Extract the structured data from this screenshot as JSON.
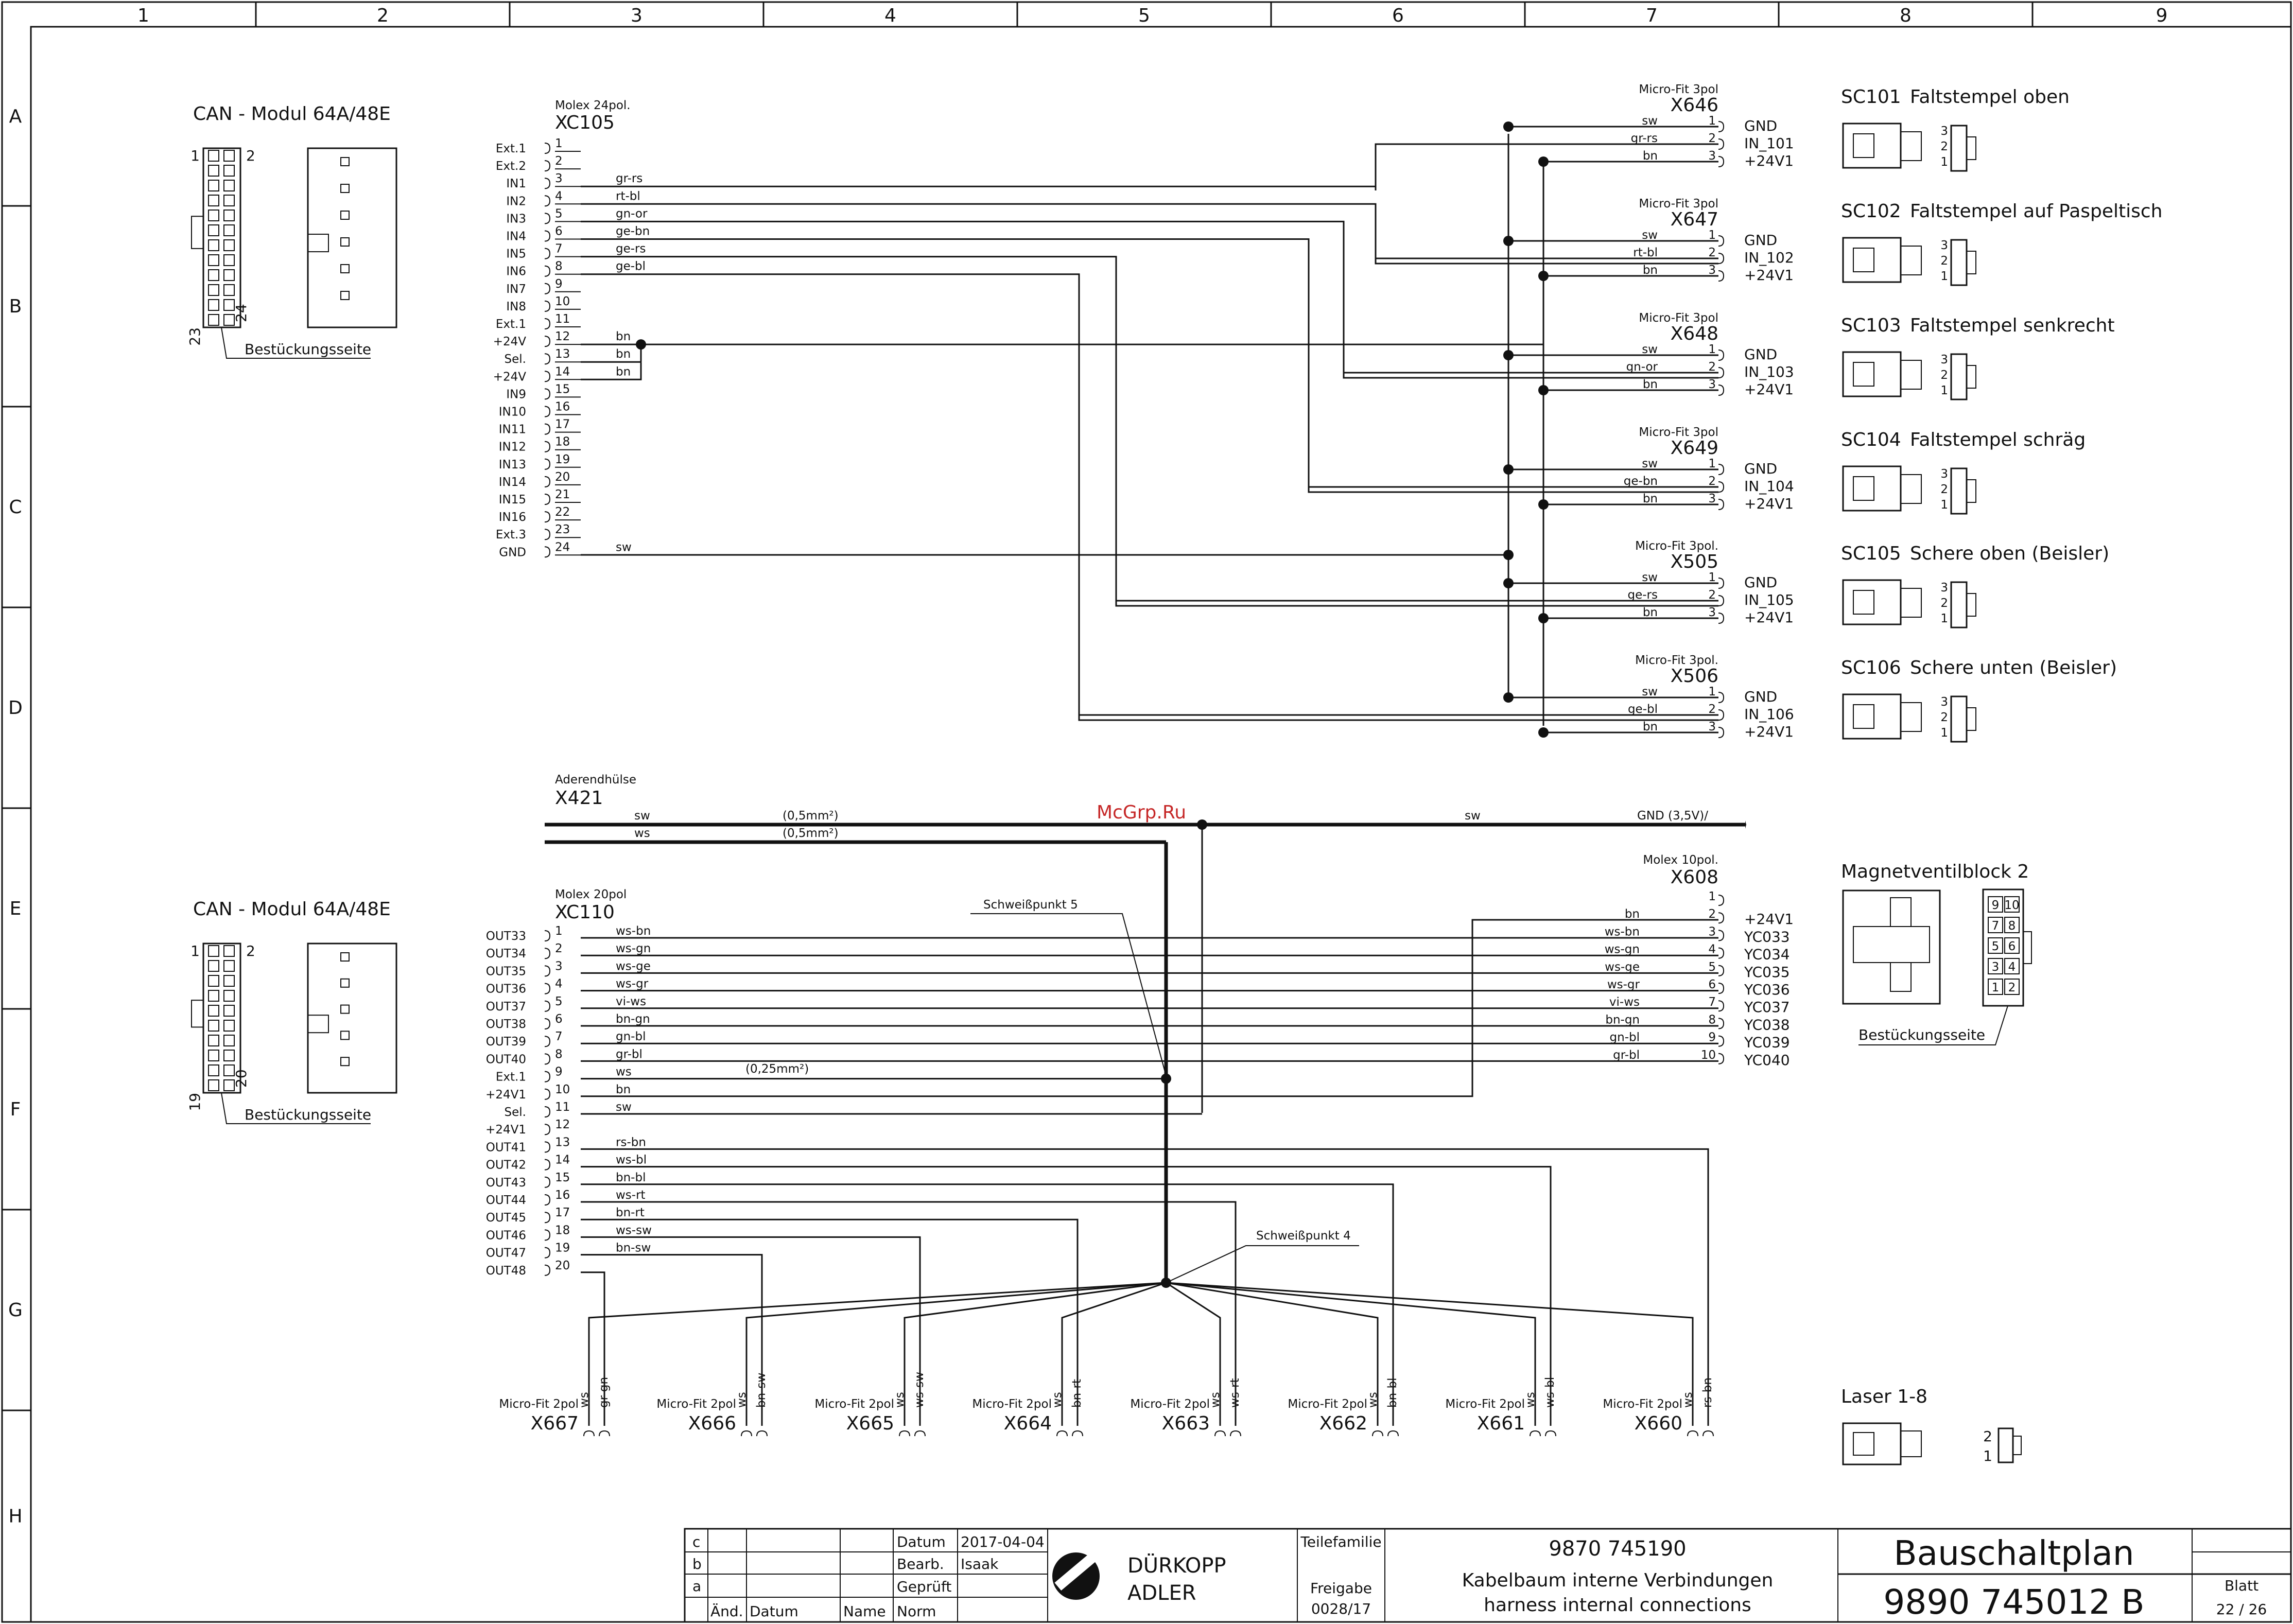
{
  "frame": {
    "columns": [
      "1",
      "2",
      "3",
      "4",
      "5",
      "6",
      "7",
      "8",
      "9"
    ],
    "rows": [
      "A",
      "B",
      "C",
      "D",
      "E",
      "F",
      "G",
      "H"
    ]
  },
  "can_modules": [
    {
      "title": "CAN - Modul 64A/48E",
      "pin_first": "1",
      "pin_second": "2",
      "pin_last_left": "23",
      "pin_last_right": "24",
      "note": "Bestückungsseite"
    },
    {
      "title": "CAN - Modul 64A/48E",
      "pin_first": "1",
      "pin_second": "2",
      "pin_last_left": "19",
      "pin_last_right": "20",
      "note": "Bestückungsseite"
    }
  ],
  "xc105": {
    "type": "Molex 24pol.",
    "name": "XC105",
    "pins": [
      {
        "n": "1",
        "label": "Ext.1",
        "wire": ""
      },
      {
        "n": "2",
        "label": "Ext.2",
        "wire": ""
      },
      {
        "n": "3",
        "label": "IN1",
        "wire": "gr-rs"
      },
      {
        "n": "4",
        "label": "IN2",
        "wire": "rt-bl"
      },
      {
        "n": "5",
        "label": "IN3",
        "wire": "gn-or"
      },
      {
        "n": "6",
        "label": "IN4",
        "wire": "ge-bn"
      },
      {
        "n": "7",
        "label": "IN5",
        "wire": "ge-rs"
      },
      {
        "n": "8",
        "label": "IN6",
        "wire": "ge-bl"
      },
      {
        "n": "9",
        "label": "IN7",
        "wire": ""
      },
      {
        "n": "10",
        "label": "IN8",
        "wire": ""
      },
      {
        "n": "11",
        "label": "Ext.1",
        "wire": ""
      },
      {
        "n": "12",
        "label": "+24V",
        "wire": "bn"
      },
      {
        "n": "13",
        "label": "Sel.",
        "wire": "bn"
      },
      {
        "n": "14",
        "label": "+24V",
        "wire": "bn"
      },
      {
        "n": "15",
        "label": "IN9",
        "wire": ""
      },
      {
        "n": "16",
        "label": "IN10",
        "wire": ""
      },
      {
        "n": "17",
        "label": "IN11",
        "wire": ""
      },
      {
        "n": "18",
        "label": "IN12",
        "wire": ""
      },
      {
        "n": "19",
        "label": "IN13",
        "wire": ""
      },
      {
        "n": "20",
        "label": "IN14",
        "wire": ""
      },
      {
        "n": "21",
        "label": "IN15",
        "wire": ""
      },
      {
        "n": "22",
        "label": "IN16",
        "wire": ""
      },
      {
        "n": "23",
        "label": "Ext.3",
        "wire": ""
      },
      {
        "n": "24",
        "label": "GND",
        "wire": "sw"
      }
    ]
  },
  "sensor_connectors": [
    {
      "type": "Micro-Fit 3pol",
      "name": "X646",
      "wires": [
        "sw",
        "gr-rs",
        "bn"
      ],
      "signals": [
        "GND",
        "IN_101",
        "+24V1"
      ],
      "sensor_id": "SC101",
      "sensor_name": "Faltstempel oben"
    },
    {
      "type": "Micro-Fit 3pol",
      "name": "X647",
      "wires": [
        "sw",
        "rt-bl",
        "bn"
      ],
      "signals": [
        "GND",
        "IN_102",
        "+24V1"
      ],
      "sensor_id": "SC102",
      "sensor_name": "Faltstempel auf Paspeltisch"
    },
    {
      "type": "Micro-Fit 3pol",
      "name": "X648",
      "wires": [
        "sw",
        "gn-or",
        "bn"
      ],
      "signals": [
        "GND",
        "IN_103",
        "+24V1"
      ],
      "sensor_id": "SC103",
      "sensor_name": "Faltstempel senkrecht"
    },
    {
      "type": "Micro-Fit 3pol",
      "name": "X649",
      "wires": [
        "sw",
        "ge-bn",
        "bn"
      ],
      "signals": [
        "GND",
        "IN_104",
        "+24V1"
      ],
      "sensor_id": "SC104",
      "sensor_name": "Faltstempel schräg"
    },
    {
      "type": "Micro-Fit 3pol.",
      "name": "X505",
      "wires": [
        "sw",
        "ge-rs",
        "bn"
      ],
      "signals": [
        "GND",
        "IN_105",
        "+24V1"
      ],
      "sensor_id": "SC105",
      "sensor_name": "Schere oben (Beisler)"
    },
    {
      "type": "Micro-Fit 3pol.",
      "name": "X506",
      "wires": [
        "sw",
        "ge-bl",
        "bn"
      ],
      "signals": [
        "GND",
        "IN_106",
        "+24V1"
      ],
      "sensor_id": "SC106",
      "sensor_name": "Schere unten (Beisler)"
    }
  ],
  "sensor_pins": [
    "3",
    "2",
    "1"
  ],
  "x421": {
    "type": "Aderendhülse",
    "name": "X421",
    "wire1": "sw",
    "wire1_size": "(0,5mm²)",
    "wire2": "ws",
    "wire2_size": "(0,5mm²)",
    "wire_right": "sw",
    "gnd_label": "GND (3,5V)/"
  },
  "watermark": "McGrp.Ru",
  "xc110": {
    "type": "Molex 20pol",
    "name": "XC110",
    "pins": [
      {
        "n": "1",
        "label": "OUT33",
        "wire": "ws-bn"
      },
      {
        "n": "2",
        "label": "OUT34",
        "wire": "ws-gn"
      },
      {
        "n": "3",
        "label": "OUT35",
        "wire": "ws-ge"
      },
      {
        "n": "4",
        "label": "OUT36",
        "wire": "ws-gr"
      },
      {
        "n": "5",
        "label": "OUT37",
        "wire": "vi-ws"
      },
      {
        "n": "6",
        "label": "OUT38",
        "wire": "bn-gn"
      },
      {
        "n": "7",
        "label": "OUT39",
        "wire": "gn-bl"
      },
      {
        "n": "8",
        "label": "OUT40",
        "wire": "gr-bl"
      },
      {
        "n": "9",
        "label": "Ext.1",
        "wire": "ws"
      },
      {
        "n": "10",
        "label": "+24V1",
        "wire": "bn"
      },
      {
        "n": "11",
        "label": "Sel.",
        "wire": "sw"
      },
      {
        "n": "12",
        "label": "+24V1",
        "wire": ""
      },
      {
        "n": "13",
        "label": "OUT41",
        "wire": "rs-bn"
      },
      {
        "n": "14",
        "label": "OUT42",
        "wire": "ws-bl"
      },
      {
        "n": "15",
        "label": "OUT43",
        "wire": "bn-bl"
      },
      {
        "n": "16",
        "label": "OUT44",
        "wire": "ws-rt"
      },
      {
        "n": "17",
        "label": "OUT45",
        "wire": "bn-rt"
      },
      {
        "n": "18",
        "label": "OUT46",
        "wire": "ws-sw"
      },
      {
        "n": "19",
        "label": "OUT47",
        "wire": "bn-sw"
      },
      {
        "n": "20",
        "label": "OUT48",
        "wire": ""
      }
    ],
    "pin9_size": "(0,25mm²)"
  },
  "weld_points": {
    "p5": "Schweißpunkt 5",
    "p4": "Schweißpunkt 4"
  },
  "x608": {
    "type": "Molex 10pol.",
    "name": "X608",
    "pins": [
      {
        "n": "1",
        "wire": "",
        "signal": ""
      },
      {
        "n": "2",
        "wire": "bn",
        "signal": "+24V1"
      },
      {
        "n": "3",
        "wire": "ws-bn",
        "signal": "YC033"
      },
      {
        "n": "4",
        "wire": "ws-gn",
        "signal": "YC034"
      },
      {
        "n": "5",
        "wire": "ws-ge",
        "signal": "YC035"
      },
      {
        "n": "6",
        "wire": "ws-gr",
        "signal": "YC036"
      },
      {
        "n": "7",
        "wire": "vi-ws",
        "signal": "YC037"
      },
      {
        "n": "8",
        "wire": "bn-gn",
        "signal": "YC038"
      },
      {
        "n": "9",
        "wire": "gn-bl",
        "signal": "YC039"
      },
      {
        "n": "10",
        "wire": "gr-bl",
        "signal": "YC040"
      }
    ]
  },
  "valve_block": {
    "title": "Magnetventilblock 2",
    "pins": [
      "9",
      "10",
      "7",
      "8",
      "5",
      "6",
      "3",
      "4",
      "1",
      "2"
    ],
    "note": "Bestückungsseite"
  },
  "laser_connectors": [
    {
      "type": "Micro-Fit 2pol",
      "name": "X667",
      "wire_ws": "ws",
      "wire_c": "gr-gn"
    },
    {
      "type": "Micro-Fit 2pol",
      "name": "X666",
      "wire_ws": "ws",
      "wire_c": "bn-sw"
    },
    {
      "type": "Micro-Fit 2pol",
      "name": "X665",
      "wire_ws": "ws",
      "wire_c": "ws-sw"
    },
    {
      "type": "Micro-Fit 2pol",
      "name": "X664",
      "wire_ws": "ws",
      "wire_c": "bn-rt"
    },
    {
      "type": "Micro-Fit 2pol",
      "name": "X663",
      "wire_ws": "ws",
      "wire_c": "ws-rt"
    },
    {
      "type": "Micro-Fit 2pol",
      "name": "X662",
      "wire_ws": "ws",
      "wire_c": "bn-bl"
    },
    {
      "type": "Micro-Fit 2pol",
      "name": "X661",
      "wire_ws": "ws",
      "wire_c": "ws-bl"
    },
    {
      "type": "Micro-Fit 2pol",
      "name": "X660",
      "wire_ws": "ws",
      "wire_c": "rs-bn"
    }
  ],
  "laser": {
    "title": "Laser 1-8",
    "pin_top": "2",
    "pin_bottom": "1"
  },
  "title_block": {
    "rev_rows": [
      "c",
      "b",
      "a"
    ],
    "headers": {
      "aend": "Änd.",
      "datum": "Datum",
      "name": "Name",
      "norm": "Norm"
    },
    "datum_label": "Datum",
    "datum_value": "2017-04-04",
    "bearb_label": "Bearb.",
    "bearb_value": "Isaak",
    "geprueft_label": "Geprüft",
    "company_line1": "DÜRKOPP",
    "company_line2": "ADLER",
    "teilefamilie": "Teilefamilie",
    "freigabe": "Freigabe",
    "freigabe_value": "0028/17",
    "drawing_number": "9870 745190",
    "title_de": "Kabelbaum interne Verbindungen",
    "title_en": "harness internal connections",
    "doc_type": "Bauschaltplan",
    "doc_number": "9890   745012 B",
    "blatt": "Blatt",
    "blatt_value": "22 / 26"
  }
}
